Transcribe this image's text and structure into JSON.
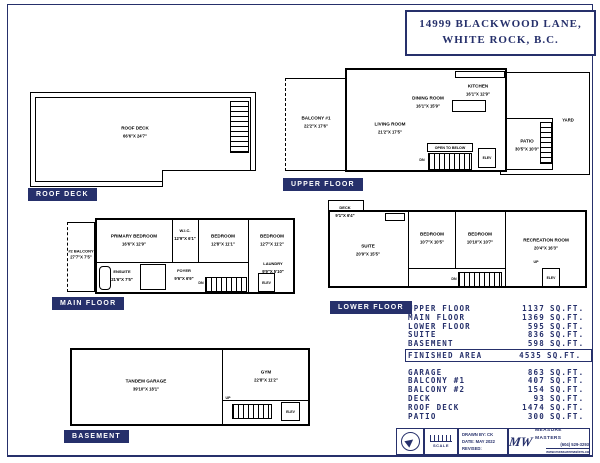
{
  "title": {
    "line1": "14999 BLACKWOOD LANE,",
    "line2": "WHITE ROCK, B.C."
  },
  "misc": {
    "up": "UP",
    "dn": "DN"
  },
  "plans": {
    "roof_deck": {
      "chip": "ROOF DECK",
      "room": {
        "name": "ROOF DECK",
        "dims": "66'6\"X 24'7\""
      }
    },
    "upper": {
      "chip": "UPPER FLOOR",
      "balcony": {
        "name": "BALCONY #1",
        "dims": "22'2\"X 17'6\""
      },
      "living": {
        "name": "LIVING ROOM",
        "dims": "21'2\"X 17'5\""
      },
      "dining": {
        "name": "DINING ROOM",
        "dims": "16'1\"X 15'9\""
      },
      "kitchen": {
        "name": "KITCHEN",
        "dims": "16'1\"X 12'9\""
      },
      "patio": {
        "name": "PATIO",
        "dims": "30'5\"X 10'0\""
      },
      "yard": "YARD",
      "open_below": "OPEN TO BELOW",
      "elev": "ELEV"
    },
    "main": {
      "chip": "MAIN FLOOR",
      "balcony": {
        "name": "#2 BALCONY",
        "dims": "27'7\"X 7'5\""
      },
      "primary": {
        "name": "PRIMARY BEDROOM",
        "dims": "16'6\"X 12'9\""
      },
      "wic": {
        "name": "W.I.C.",
        "dims": "12'9\"X 6'1\""
      },
      "bedroom2": {
        "name": "BEDROOM",
        "dims": "12'8\"X 11'1\""
      },
      "bedroom3": {
        "name": "BEDROOM",
        "dims": "12'7\"X 11'2\""
      },
      "ensuite": {
        "name": "ENSUITE",
        "dims": "21'6\"X 7'5\""
      },
      "foyer": {
        "name": "FOYER",
        "dims": "9'6\"X 6'9\""
      },
      "laundry": {
        "name": "LAUNDRY",
        "dims": "9'9\"X 5'10\""
      },
      "elev": "ELEV"
    },
    "lower": {
      "chip": "LOWER FLOOR",
      "deck": {
        "name": "DECK",
        "dims": "9'1\"X 6'4\""
      },
      "suite": {
        "name": "SUITE",
        "dims": "20'9\"X 15'5\""
      },
      "bedroom1": {
        "name": "BEDROOM",
        "dims": "10'7\"X 10'5\""
      },
      "bedroom2": {
        "name": "BEDROOM",
        "dims": "10'10\"X 10'7\""
      },
      "rec": {
        "name": "RECREATION ROOM",
        "dims": "20'4\"X 16'3\""
      },
      "elev": "ELEV"
    },
    "basement": {
      "chip": "BASEMENT",
      "garage": {
        "name": "TANDEM GARAGE",
        "dims": "39'10\"X 18'1\""
      },
      "gym": {
        "name": "GYM",
        "dims": "22'8\"X 11'2\""
      },
      "elev": "ELEV"
    }
  },
  "areas": {
    "unit": "SQ.FT.",
    "finished": [
      {
        "label": "UPPER FLOOR",
        "value": "1137"
      },
      {
        "label": "MAIN FLOOR",
        "value": "1369"
      },
      {
        "label": "LOWER FLOOR",
        "value": "595"
      },
      {
        "label": "SUITE",
        "value": "836"
      },
      {
        "label": "BASEMENT",
        "value": "598"
      }
    ],
    "total": {
      "label": "FINISHED AREA",
      "value": "4535"
    },
    "other": [
      {
        "label": "GARAGE",
        "value": "863"
      },
      {
        "label": "BALCONY #1",
        "value": "407"
      },
      {
        "label": "BALCONY #2",
        "value": "154"
      },
      {
        "label": "DECK",
        "value": "93"
      },
      {
        "label": "ROOF DECK",
        "value": "1474"
      },
      {
        "label": "PATIO",
        "value": "300"
      }
    ]
  },
  "footer": {
    "scale_label": "SCALE",
    "drawn_by": "DRAWN BY: CK",
    "date": "DATE: MAY 2022",
    "revised": "REVISED:",
    "logo": "MW",
    "company": "MEASURE MASTERS",
    "phone": "(604) 529-3293",
    "web": "www.measuremasters.ca"
  },
  "colors": {
    "navy": "#26306b",
    "wall": "#000000"
  }
}
